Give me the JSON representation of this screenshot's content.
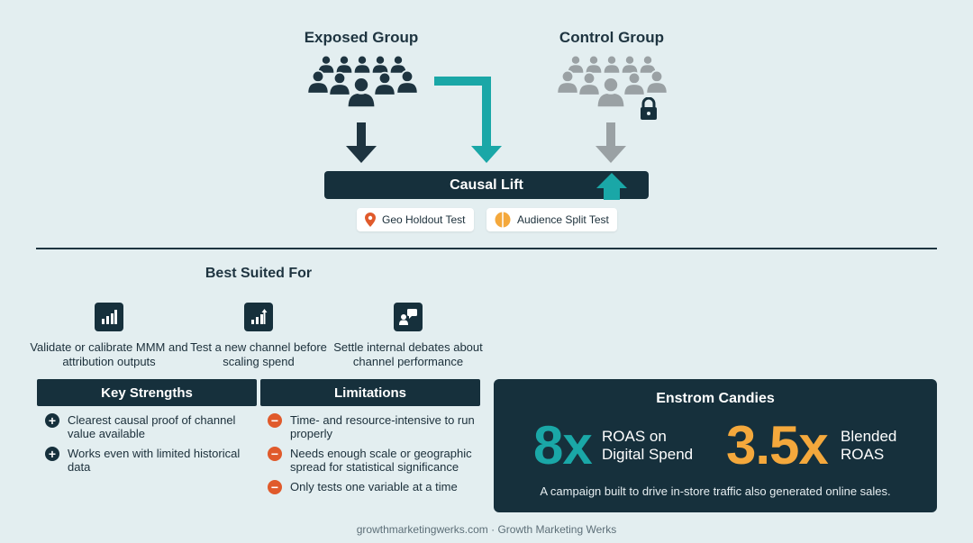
{
  "diagram": {
    "exposed_group": "Exposed Group",
    "control_group": "Control Group",
    "causal_lift": "Causal Lift",
    "chips": [
      {
        "label": "Geo Holdout Test",
        "icon": "map-pin-icon"
      },
      {
        "label": "Audience Split Test",
        "icon": "split-circle-icon"
      }
    ],
    "colors": {
      "dark": "#16303c",
      "teal": "#1aa7a7",
      "gray": "#9aa1a4",
      "orange": "#f4a83c",
      "red": "#e05a2b"
    }
  },
  "best_suited": {
    "title": "Best Suited For",
    "items": [
      {
        "icon": "bar-chart-icon",
        "text": "Validate or calibrate MMM and attribution outputs"
      },
      {
        "icon": "scaling-chart-icon",
        "text": "Test a new channel before scaling spend"
      },
      {
        "icon": "discussion-icon",
        "text": "Settle internal debates about channel performance"
      }
    ]
  },
  "strengths": {
    "title": "Key Strengths",
    "items": [
      "Clearest causal proof of channel value available",
      "Works even with limited historical data"
    ]
  },
  "limitations": {
    "title": "Limitations",
    "items": [
      "Time- and resource-intensive to run properly",
      "Needs enough scale or geographic spread for statistical significance",
      "Only tests one variable at a time"
    ]
  },
  "case_study": {
    "title": "Enstrom Candies",
    "stat1_value": "8x",
    "stat1_label": "ROAS on Digital Spend",
    "stat2_value": "3.5x",
    "stat2_label": "Blended ROAS",
    "caption": "A campaign built to drive in-store traffic also generated online sales."
  },
  "footer": "growthmarketingwerks.com · Growth Marketing Werks"
}
